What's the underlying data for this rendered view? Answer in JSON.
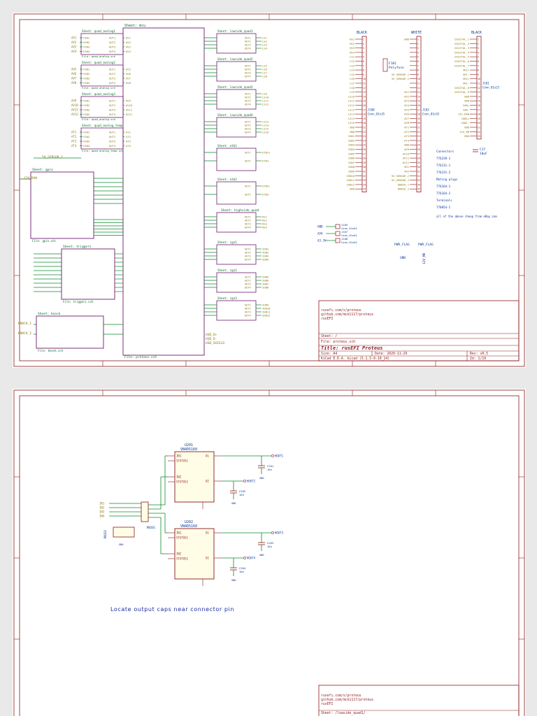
{
  "colors": {
    "frame": "#8b1a1a",
    "wire": "#0b8a2c",
    "sheet": "#6e1a6e",
    "pin": "#8b1a1a",
    "label": "#0a3a9a",
    "text": "#8a7a14",
    "power": "#1a2aa0"
  },
  "page1": {
    "sheet_main": "Sheet: mcu",
    "file_main": "File: proteus.sch",
    "blocks_left": [
      {
        "name": "Sheet: quad_analog1",
        "file": "File: quad_analog.sch",
        "inputs": [
          "AV1",
          "AV2",
          "AV3",
          "AV4"
        ],
        "outputs": [
          "AV1",
          "AV2",
          "AV3",
          "AV4"
        ]
      },
      {
        "name": "Sheet: quad_analog2",
        "file": "File: quad_analog.sch",
        "inputs": [
          "AV5",
          "AV6",
          "AV7",
          "AV8"
        ],
        "outputs": [
          "AV5",
          "AV6",
          "AV7",
          "AV8"
        ]
      },
      {
        "name": "Sheet: quad_analog3",
        "file": "File: quad_analog.sch",
        "inputs": [
          "AV9",
          "AV10",
          "AV11",
          "AV12"
        ],
        "outputs": [
          "AV9",
          "AV10",
          "AV11",
          "AV12"
        ]
      },
      {
        "name": "Sheet: quad_analog_temp",
        "file": "File: quad_analog_temp.sch",
        "inputs": [
          "AT1",
          "AT2",
          "AT3",
          "AT4"
        ],
        "outputs": [
          "AT1",
          "AT2",
          "AT3",
          "AT4"
        ]
      }
    ],
    "sensor_supply": "5V_SENSOR_1",
    "v12_raw": "12V_RAW",
    "gpio_block": "Sheet: gpio",
    "gpio_file": "File: gpio.sch",
    "triggers_block": "Sheet: triggers",
    "triggers_file": "File: triggers.sch",
    "knock_block": "Sheet: knock",
    "knock_file": "File: knock.sch",
    "knock_inputs": [
      "KNOCK_1",
      "KNOCK_2"
    ],
    "lowside_blocks": [
      {
        "name": "Sheet: lowside_quad1",
        "outs": [
          "LS1",
          "LS2",
          "LS3",
          "LS4"
        ]
      },
      {
        "name": "Sheet: lowside_quad2",
        "outs": [
          "LS5",
          "LS6",
          "LS7",
          "LS8"
        ]
      },
      {
        "name": "Sheet: lowside_quad3",
        "outs": [
          "LS9",
          "LS10",
          "LS11",
          "LS12"
        ]
      },
      {
        "name": "Sheet: lowside_quad4",
        "outs": [
          "LS13",
          "LS14",
          "LS15",
          "LS16"
        ]
      }
    ],
    "etb_blocks": [
      {
        "name": "Sheet: etb1",
        "outs": [
          "ETB1+",
          "ETB1-"
        ]
      },
      {
        "name": "Sheet: etb2",
        "outs": [
          "ETB2+",
          "ETB2-"
        ]
      }
    ],
    "highside_block": "Sheet: highside_quad",
    "highside_outs": [
      "HS1",
      "HS2",
      "HS3",
      "HS4"
    ],
    "ign_blocks": [
      {
        "name": "Sheet: ign1",
        "outs": [
          "IGN1",
          "IGN2",
          "IGN3",
          "IGN4"
        ]
      },
      {
        "name": "Sheet: ign2",
        "outs": [
          "IGN5",
          "IGN6",
          "IGN7",
          "IGN8"
        ]
      },
      {
        "name": "Sheet: ign3",
        "outs": [
          "IGN9",
          "IGN10",
          "IGN11",
          "IGN12"
        ]
      }
    ],
    "usb_pins": [
      "USB_D+",
      "USB_D-",
      "USB_SHIELD"
    ],
    "connectors": [
      {
        "title": "BLACK",
        "ref": "J100",
        "value": "Conn_01x35"
      },
      {
        "title": "WHITE",
        "ref": "J103",
        "value": "Conn_01x35"
      },
      {
        "title": "BLACK",
        "ref": "J101",
        "value": "Conn_01x23"
      }
    ],
    "black_pins": [
      "HS1",
      "HS2",
      "HS3",
      "HS4",
      "LS1",
      "LS2",
      "LS3",
      "LS4",
      "LS5",
      "LS6",
      "LS7",
      "LS8",
      "LS9",
      "LS10",
      "LS11",
      "LS12",
      "LS13",
      "LS14",
      "LS15",
      "LS16",
      "GND",
      "GND",
      "IGN1",
      "IGN2",
      "IGN3",
      "IGN4",
      "IGN5",
      "IGN6",
      "IGN7",
      "IGN8",
      "IGN9",
      "IGN10",
      "IGN11",
      "IGN12",
      "GND"
    ],
    "white_pins": [
      "GND",
      "",
      "",
      "",
      "",
      "",
      "",
      "",
      "5V_SENSOR_1",
      "5V_SENSOR_2",
      "",
      "",
      "AV1",
      "AV2",
      "AV3",
      "AV4",
      "AV5",
      "AV6",
      "AV7",
      "AV8",
      "AT1",
      "AT2",
      "AT3",
      "AT4",
      "GND",
      "AV9",
      "AV10",
      "AV11",
      "AV12",
      "VR1",
      "VR2",
      "5V_SENSOR_2",
      "5V_SENSOR_2",
      "KNOCK_1",
      "KNOCK_2"
    ],
    "black2_pins": [
      "DIGITAL_1",
      "DIGITAL_2",
      "DIGITAL_3",
      "DIGITAL_4",
      "DIGITAL_5",
      "DIGITAL_6",
      "DIGITAL_7",
      "VR1+",
      "VR1-",
      "VR2+",
      "VR2-",
      "DIGITAL_8",
      "DIGITAL_9",
      "GND",
      "GND",
      "CAN+",
      "CAN-",
      "12V_RAW",
      "CAN2+",
      "CAN2-",
      "GND",
      "12V_MR",
      "GND"
    ],
    "fuse_ref": "F101",
    "fuse_value": "Polyfuse",
    "cap_ref": "C17",
    "cap_value": "10uF",
    "connector_notes": [
      "Connectors",
      "776228-1",
      "776231-1",
      "776231-2",
      "Mating plugs",
      "776164-1",
      "776164-2",
      "Terminals",
      "770854-1"
    ],
    "footer_note": "all of the above cheap from eBay.com",
    "small_conns": [
      {
        "net": "GND",
        "ref": "J105",
        "value": "Conn_01x01"
      },
      {
        "net": "A5V",
        "ref": "J107",
        "value": "Conn_01x01"
      },
      {
        "net": "A3.3V",
        "ref": "J108",
        "value": "Conn_01x01"
      }
    ],
    "pwr_flags": [
      "PWR_FLAG",
      "PWR_FLAG"
    ],
    "pwr_nets": [
      "GND",
      "12V_MR"
    ],
    "title_block": {
      "url1": "rusefi.com/s/proteus",
      "url2": "github.com/mck1117/proteus",
      "project": "rusEFI",
      "sheet": "Sheet: /",
      "file": "File: proteus.sch",
      "title": "Title: rusEFI Proteus",
      "size": "Size: A4",
      "date": "Date: 2020-11-29",
      "rev": "Rev: v0.5",
      "kicad": "KiCad E.D.A.  kicad (5.1.5-0-10_14)",
      "id": "Id: 1/19"
    }
  },
  "page2": {
    "ics": [
      {
        "ref": "U201",
        "part": "VN4D5160"
      },
      {
        "ref": "U202",
        "part": "VN4D5160"
      }
    ],
    "in_pins": [
      "IN1",
      "STATUS1",
      "IN2",
      "STATUS2"
    ],
    "out_pins": [
      "O1",
      "O2"
    ],
    "outputs": [
      "HOUT1",
      "HOUT2",
      "HOUT3",
      "HOUT4"
    ],
    "caps": [
      {
        "ref": "C201",
        "value": "10n"
      },
      {
        "ref": "C202",
        "value": "10n"
      },
      {
        "ref": "C203",
        "value": "10n"
      },
      {
        "ref": "C204",
        "value": "10n"
      }
    ],
    "left_nets": [
      "IN1",
      "IN2",
      "IN3",
      "IN4"
    ],
    "rn_ref": "RN202",
    "rn2_ref": "RN201",
    "gnd": "GND",
    "note": "Locate output caps near connector pin",
    "title_block": {
      "url1": "rusefi.com/s/proteus",
      "url2": "github.com/mck1117/proteus",
      "project": "rusEFI",
      "sheet": "Sheet: /lowside_quad1/"
    }
  }
}
